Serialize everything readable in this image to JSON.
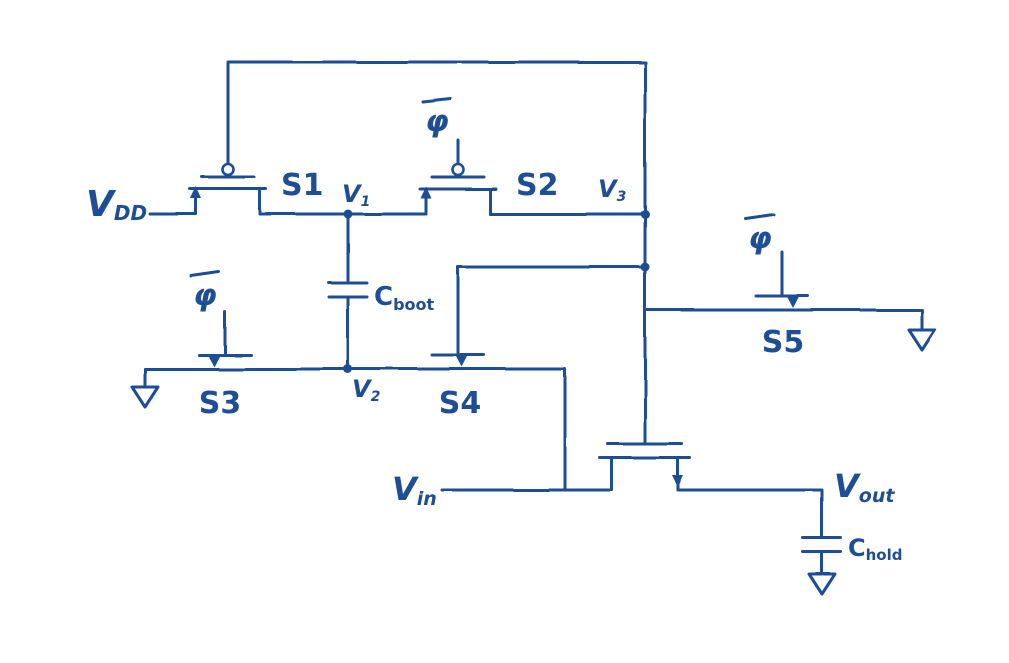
{
  "diagram": {
    "type": "hand-drawn circuit schematic",
    "ink_color": "#1e4e96",
    "background_color": "#ffffff",
    "labels": {
      "vdd": {
        "main": "V",
        "sub": "DD"
      },
      "v1": {
        "main": "V",
        "sub": "1"
      },
      "v2": {
        "main": "V",
        "sub": "2"
      },
      "v3": {
        "main": "V",
        "sub": "3"
      },
      "vin": {
        "main": "V",
        "sub": "in"
      },
      "vout": {
        "main": "V",
        "sub": "out"
      },
      "cboot": {
        "main": "C",
        "sub": "boot"
      },
      "chold": {
        "main": "C",
        "sub": "hold"
      },
      "s1": "S1",
      "s2": "S2",
      "s3": "S3",
      "s4": "S4",
      "s5": "S5",
      "phi": "φ"
    }
  }
}
